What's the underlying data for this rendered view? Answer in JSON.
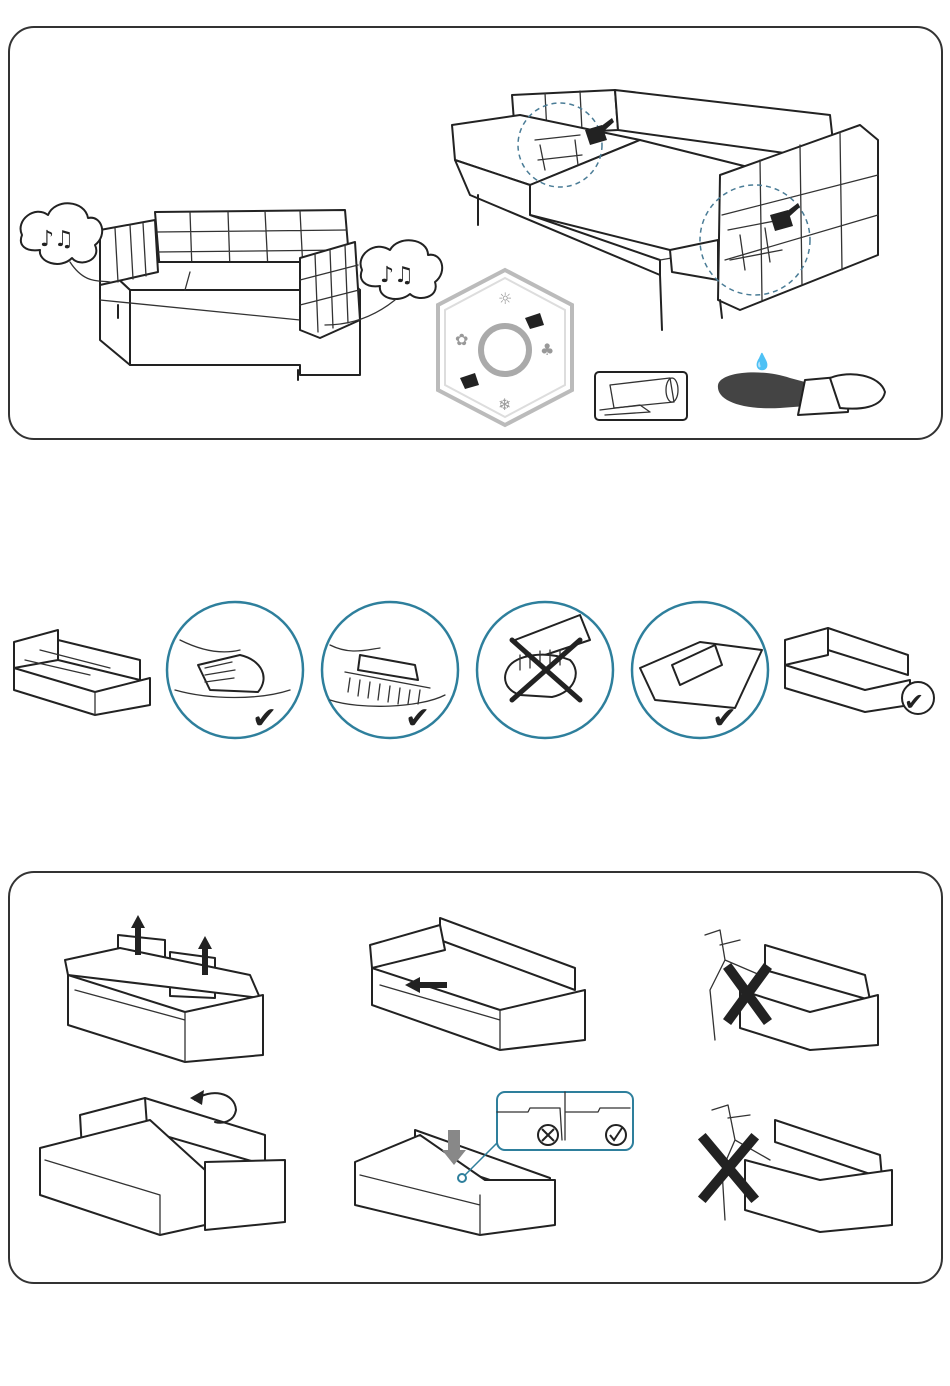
{
  "document": {
    "sections": [
      {
        "name": "care-and-maintenance",
        "items": [
          "creaking-sofa",
          "mechanism-lubrication",
          "maintenance-cycle",
          "paper-towel",
          "blot-stain"
        ]
      },
      {
        "name": "upholstery-smoothing",
        "items": [
          "wrinkled-sofa",
          "smooth-by-hand",
          "brush",
          "no-iron",
          "steam-through-cloth",
          "smooth-sofa"
        ]
      },
      {
        "name": "unfolding-instructions",
        "items": [
          "lift-back-cushions",
          "pull-seat",
          "do-not-kick",
          "flip-backrest",
          "press-mechanism",
          "do-not-stand"
        ]
      }
    ],
    "icons": {
      "allowed": "check-mark-icon",
      "forbidden": "cross-mark-icon",
      "circle_color": "#2e7f9c",
      "line_color": "#222222"
    }
  }
}
